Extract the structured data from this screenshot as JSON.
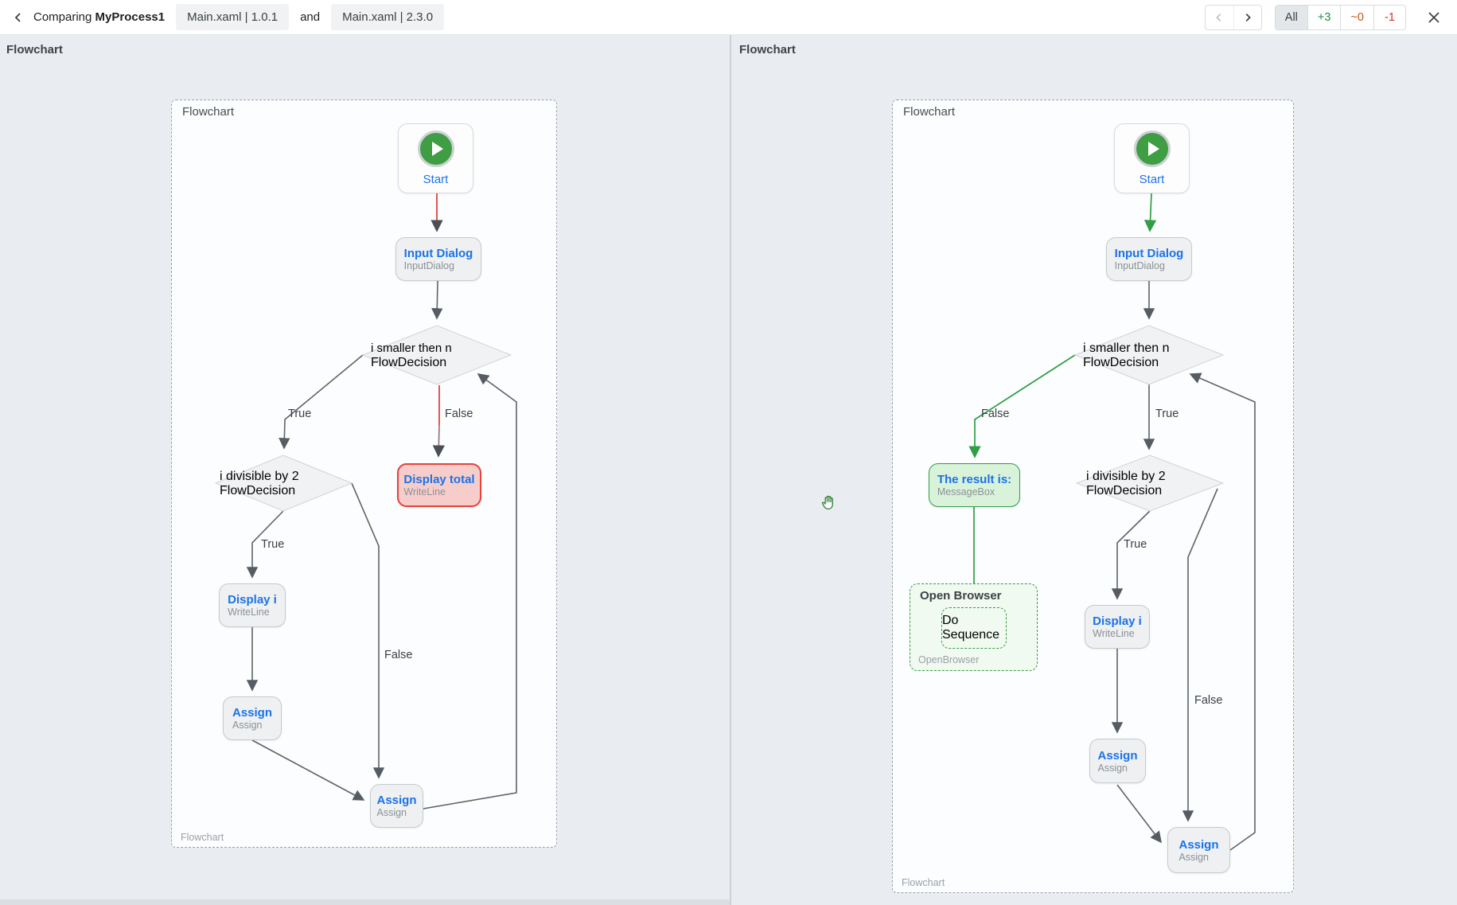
{
  "header": {
    "title_prefix": "Comparing",
    "title_name": "MyProcess1",
    "version_left": "Main.xaml | 1.0.1",
    "conjunction": "and",
    "version_right": "Main.xaml | 2.3.0",
    "filters": [
      {
        "label": "All",
        "kind": "all",
        "selected": true
      },
      {
        "label": "+3",
        "kind": "added",
        "selected": false
      },
      {
        "label": "~0",
        "kind": "modified",
        "selected": false
      },
      {
        "label": "-1",
        "kind": "removed",
        "selected": false
      }
    ]
  },
  "colors": {
    "accent_blue": "#1b73e8",
    "added_green": "#2f9e44",
    "removed_red": "#e4423c",
    "modified_amber": "#c05717",
    "edge_gray": "#5d646b"
  },
  "left": {
    "pane_title": "Flowchart",
    "container_label": "Flowchart",
    "container_footer": "Flowchart",
    "nodes": {
      "start": {
        "label": "Start"
      },
      "input_dialog": {
        "title": "Input Dialog",
        "subtitle": "InputDialog"
      },
      "decision_smaller": {
        "title": "i smaller then n",
        "subtitle": "FlowDecision"
      },
      "decision_divisible": {
        "title": "i divisible by 2",
        "subtitle": "FlowDecision"
      },
      "display_total": {
        "title": "Display total",
        "subtitle": "WriteLine",
        "state": "removed"
      },
      "display_i": {
        "title": "Display i",
        "subtitle": "WriteLine"
      },
      "assign_mid": {
        "title": "Assign",
        "subtitle": "Assign"
      },
      "assign_bottom": {
        "title": "Assign",
        "subtitle": "Assign"
      }
    },
    "labels": {
      "d1_true": "True",
      "d1_false": "False",
      "d2_true": "True",
      "d2_false": "False"
    }
  },
  "right": {
    "pane_title": "Flowchart",
    "container_label": "Flowchart",
    "container_footer": "Flowchart",
    "nodes": {
      "start": {
        "label": "Start"
      },
      "input_dialog": {
        "title": "Input Dialog",
        "subtitle": "InputDialog"
      },
      "decision_smaller": {
        "title": "i smaller then n",
        "subtitle": "FlowDecision"
      },
      "decision_divisible": {
        "title": "i divisible by 2",
        "subtitle": "FlowDecision"
      },
      "message_box": {
        "title": "The result is:",
        "subtitle": "MessageBox",
        "state": "added"
      },
      "open_browser": {
        "label": "Open Browser",
        "footer": "OpenBrowser"
      },
      "do_sequence": {
        "title": "Do",
        "subtitle": "Sequence"
      },
      "display_i": {
        "title": "Display i",
        "subtitle": "WriteLine"
      },
      "assign_mid": {
        "title": "Assign",
        "subtitle": "Assign"
      },
      "assign_bottom": {
        "title": "Assign",
        "subtitle": "Assign"
      }
    },
    "labels": {
      "d1_false": "False",
      "d1_true": "True",
      "d2_true": "True",
      "d2_false": "False"
    }
  },
  "cursor": {
    "icon": "hand-grab-cursor"
  }
}
